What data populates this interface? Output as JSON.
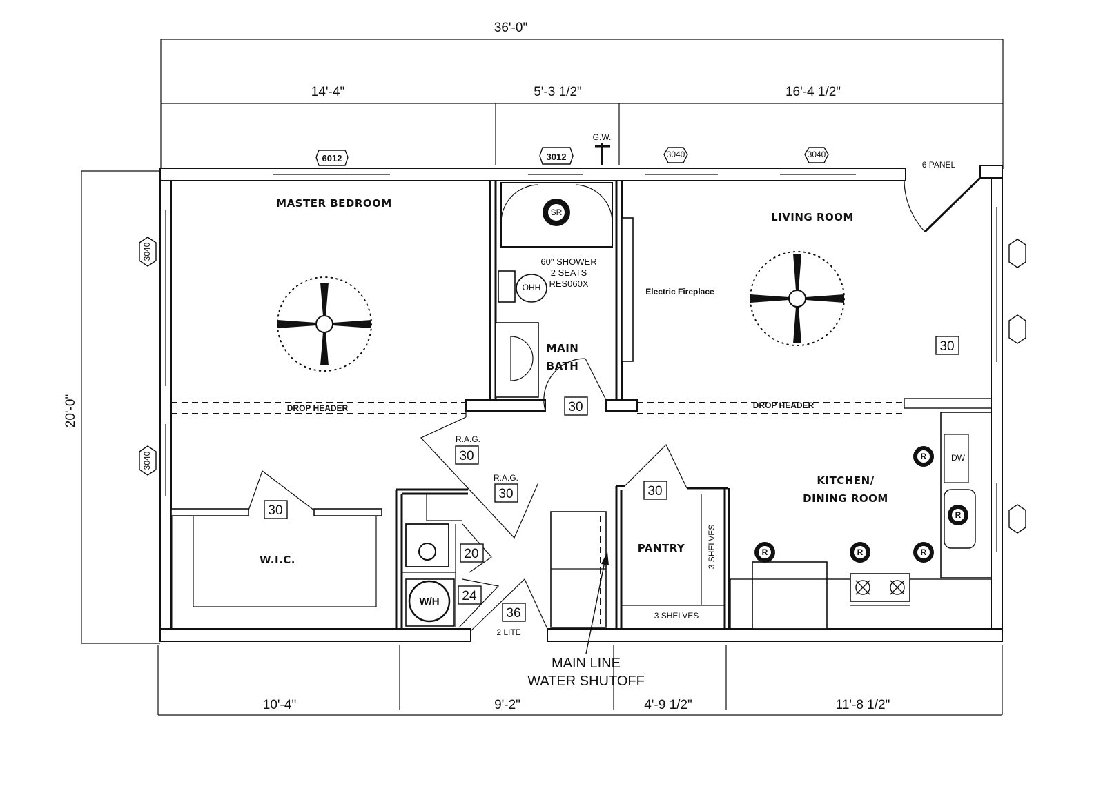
{
  "dimensions": {
    "overall_width": "36'-0\"",
    "overall_depth": "20'-0\"",
    "top": [
      "14'-4\"",
      "5'-3 1/2\"",
      "16'-4 1/2\""
    ],
    "bottom": [
      "10'-4\"",
      "9'-2\"",
      "4'-9 1/2\"",
      "11'-8 1/2\""
    ]
  },
  "rooms": {
    "master_bedroom": "MASTER BEDROOM",
    "living_room": "LIVING ROOM",
    "main_bath": [
      "MAIN",
      "BATH"
    ],
    "wic": "W.I.C.",
    "pantry": "PANTRY",
    "kitchen": [
      "KITCHEN/",
      "DINING ROOM"
    ]
  },
  "labels": {
    "shower": [
      "60\" SHOWER",
      "2 SEATS",
      "RES060X"
    ],
    "electric_fireplace": "Electric Fireplace",
    "drop_header_left": "DROP HEADER",
    "drop_header_right": "DROP HEADER",
    "six_panel": "6 PANEL",
    "rag_1": "R.A.G.",
    "rag_2": "R.A.G.",
    "pantry_shelves_vertical": "3 SHELVES",
    "pantry_shelves_bottom": "3 SHELVES",
    "two_lite": "2 LITE",
    "water_shutoff": [
      "MAIN LINE",
      "WATER SHUTOFF"
    ],
    "water_heater": "W/H",
    "dishwasher": "DW",
    "sr": "SR",
    "ohh": "OHH",
    "r": "R",
    "gw": "G.W."
  },
  "windows": {
    "w6012": "6012",
    "w3012": "3012",
    "w3040": "3040"
  },
  "doors": {
    "d30_bath": "30",
    "d30_living": "30",
    "d30_rag1": "30",
    "d30_rag2": "30",
    "d30_wic": "30",
    "d30_pantry": "30",
    "d20": "20",
    "d24": "24",
    "d36": "36"
  }
}
